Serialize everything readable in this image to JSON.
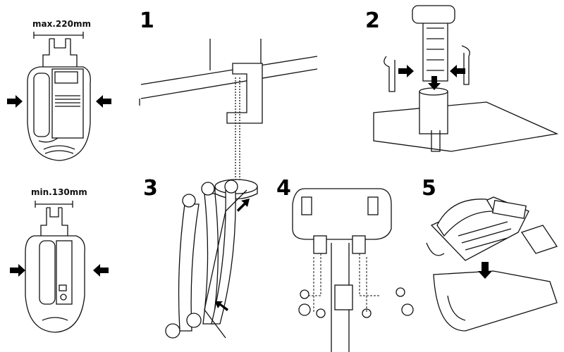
{
  "dimensions": {
    "max_label": "max.220mm",
    "min_label": "min.130mm"
  },
  "steps": [
    "1",
    "2",
    "3",
    "4",
    "5"
  ]
}
